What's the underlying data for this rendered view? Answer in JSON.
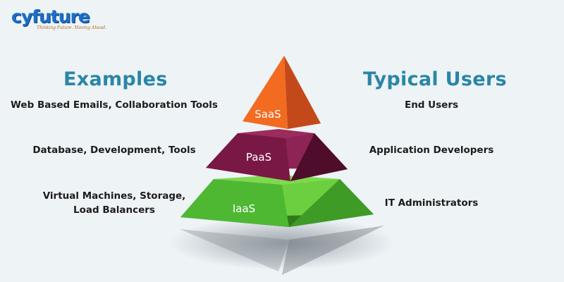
{
  "logo": {
    "name": "cyfuture",
    "tagline": "Thinking Future. Moving Ahead."
  },
  "examples": {
    "heading": "Examples",
    "saas": "Web Based Emails, Collaboration Tools",
    "paas": "Database, Development, Tools",
    "iaas_line1": "Virtual Machines, Storage,",
    "iaas_line2": "Load Balancers"
  },
  "users": {
    "heading": "Typical Users",
    "saas": "End Users",
    "paas": "Application Developers",
    "iaas": "IT Administrators"
  },
  "pyramid": {
    "saas": {
      "label": "SaaS",
      "color": "#f26b21"
    },
    "paas": {
      "label": "PaaS",
      "color": "#7a1845"
    },
    "iaas": {
      "label": "IaaS",
      "color": "#4fb833"
    }
  }
}
